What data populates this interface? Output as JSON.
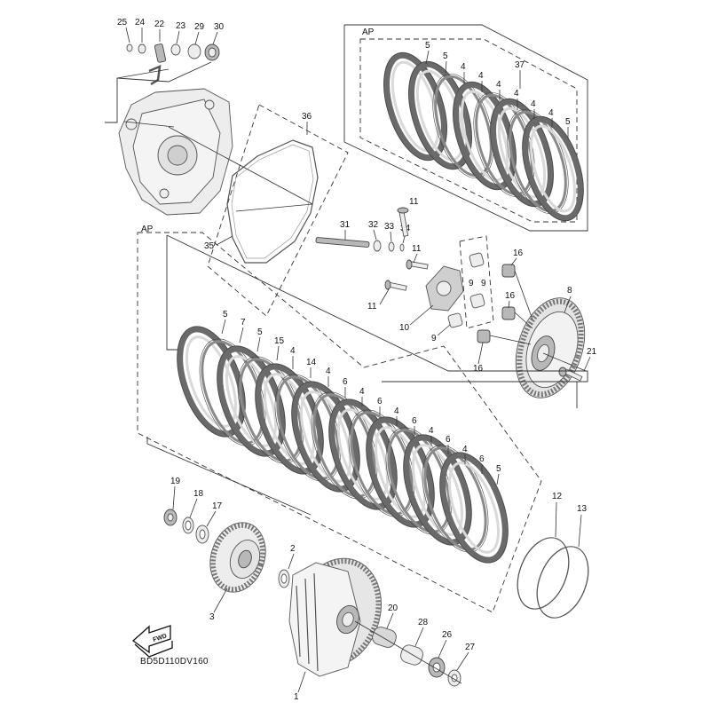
{
  "diagram": {
    "code": "BD5D110DV160",
    "fwd_label": "FWD",
    "group_label_top": "AP",
    "group_label_left": "AP"
  },
  "callouts": {
    "c25": "25",
    "c24": "24",
    "c22": "22",
    "c23": "23",
    "c29": "29",
    "c30": "30",
    "c36": "36",
    "c35": "35",
    "c31": "31",
    "c32": "32",
    "c33": "33",
    "c34": "34",
    "c11a": "11",
    "c11b": "11",
    "c11c": "11",
    "c9a": "9",
    "c9b": "9",
    "c9c": "9",
    "c10": "10",
    "c16a": "16",
    "c16b": "16",
    "c16c": "16",
    "c8": "8",
    "c21": "21",
    "c37": "37",
    "t5a": "5",
    "t5b": "5",
    "t4a": "4",
    "t4b": "4",
    "t4c": "4",
    "t4d": "4",
    "t4e": "4",
    "t4f": "4",
    "t5c": "5",
    "l5a": "5",
    "l7": "7",
    "l5b": "5",
    "l15": "15",
    "l4a": "4",
    "l14": "14",
    "l4b": "4",
    "l6a": "6",
    "l4c": "4",
    "l6b": "6",
    "l4d": "4",
    "l6c": "6",
    "l4e": "4",
    "l6d": "6",
    "l4f": "4",
    "l6e": "6",
    "l5c": "5",
    "c19": "19",
    "c18": "18",
    "c17": "17",
    "c2": "2",
    "c3": "3",
    "c1": "1",
    "c12": "12",
    "c13": "13",
    "c20": "20",
    "c28": "28",
    "c26": "26",
    "c27": "27"
  },
  "icons": {
    "fwd_arrow": "fwd-arrow-icon"
  }
}
